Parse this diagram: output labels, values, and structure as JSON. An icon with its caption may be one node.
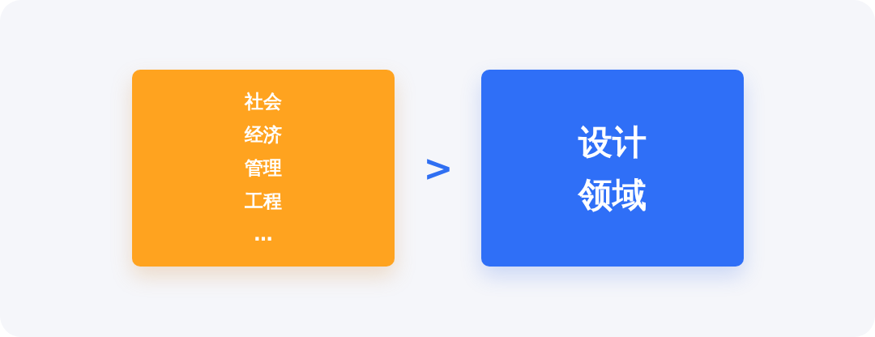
{
  "diagram": {
    "nodes": [
      {
        "text": [
          "社会",
          "经济",
          "管理",
          "工程",
          "…"
        ]
      },
      {
        "text": [
          "设计领域"
        ]
      }
    ],
    "labels": [
      ">"
    ]
  }
}
